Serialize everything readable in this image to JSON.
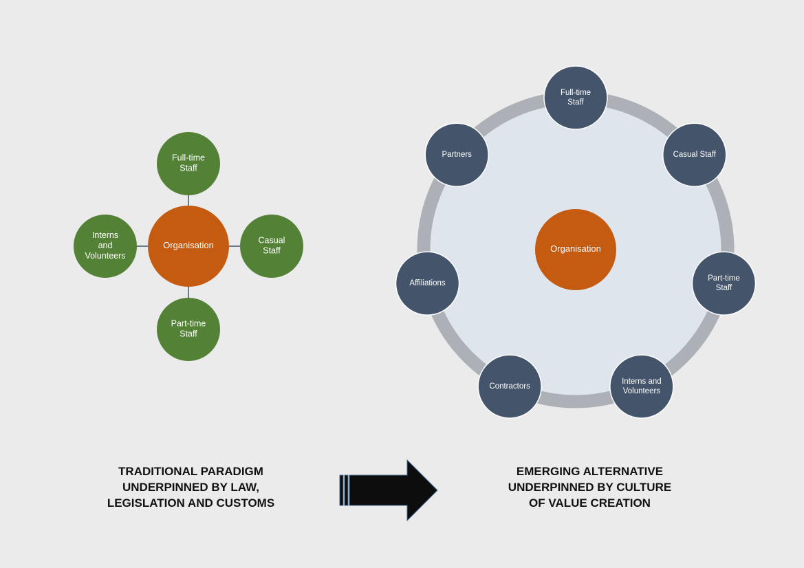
{
  "colors": {
    "background": "#ebebeb",
    "organisation": "#c55a11",
    "traditional_node": "#538135",
    "emerging_node": "#44546a",
    "ring": "#adb0b6",
    "ring_fill": "#dee5ed",
    "connector": "#6d7a8a",
    "arrow": "#0d0d0d",
    "arrow_outline": "#4a6f96"
  },
  "traditional": {
    "center": "Organisation",
    "nodes": [
      {
        "label": "Full-time\nStaff",
        "position": "top"
      },
      {
        "label": "Casual\nStaff",
        "position": "right"
      },
      {
        "label": "Part-time\nStaff",
        "position": "bottom"
      },
      {
        "label": "Interns\nand\nVolunteers",
        "position": "left"
      }
    ],
    "caption": "TRADITIONAL PARADIGM\nUNDERPINNED BY LAW,\nLEGISLATION AND CUSTOMS"
  },
  "emerging": {
    "center": "Organisation",
    "nodes": [
      {
        "label": "Full-time\nStaff"
      },
      {
        "label": "Casual Staff"
      },
      {
        "label": "Part-time\nStaff"
      },
      {
        "label": "Interns and\nVolunteers"
      },
      {
        "label": "Contractors"
      },
      {
        "label": "Affiliations"
      },
      {
        "label": "Partners"
      }
    ],
    "caption": "EMERGING ALTERNATIVE\nUNDERPINNED BY CULTURE\nOF VALUE CREATION"
  },
  "arrow": {
    "icon": "right-arrow-icon"
  }
}
